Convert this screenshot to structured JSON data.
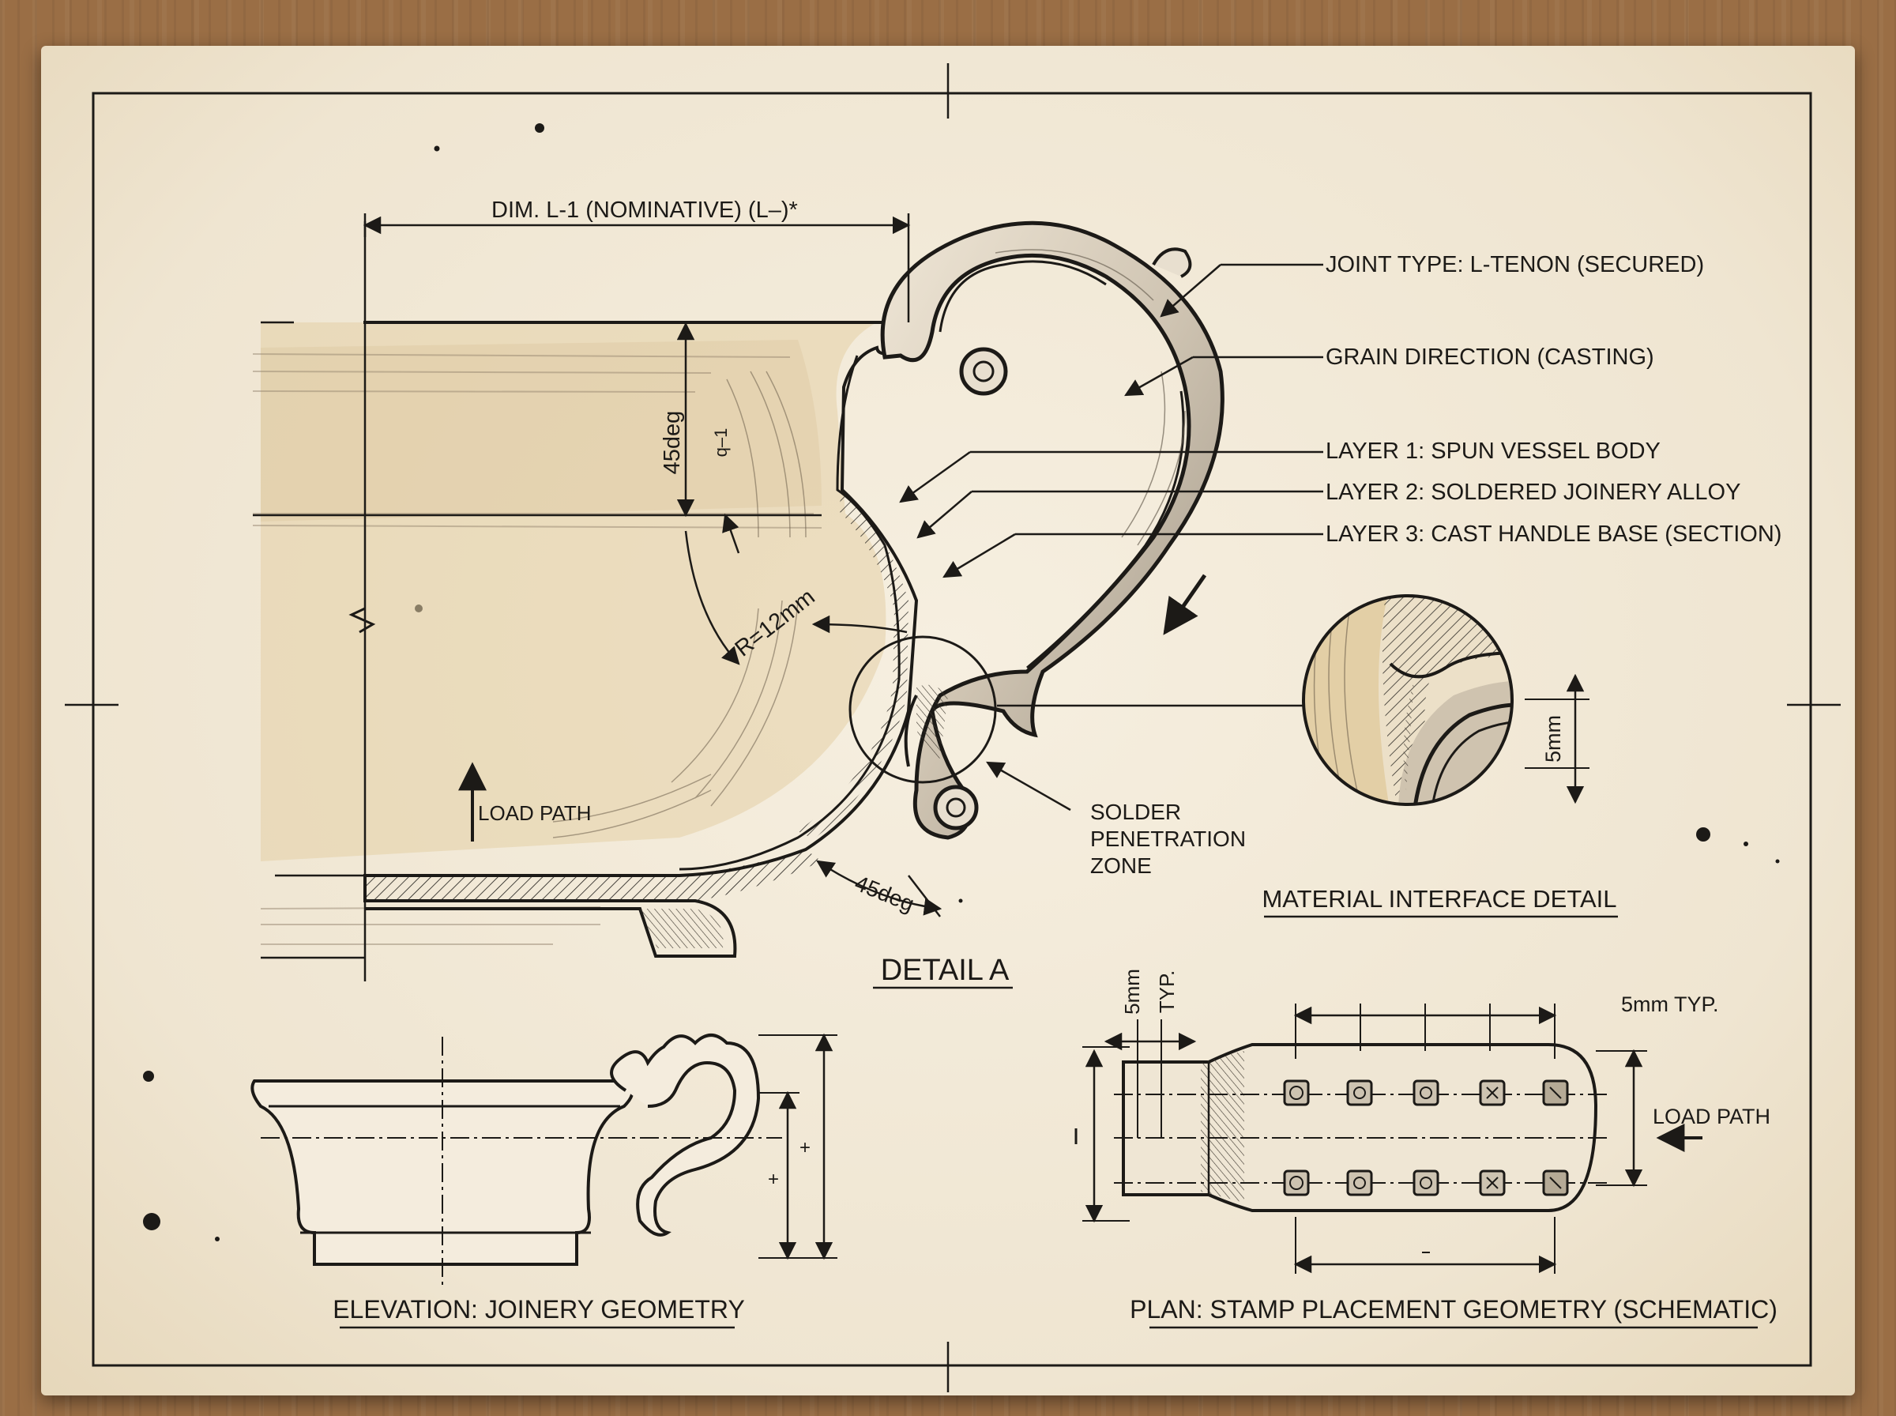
{
  "detail_a": {
    "dim_label": "DIM. L-1 (NOMINATIVE) (L–)*",
    "angle_vertical": "45deg",
    "small_mark": "q–1",
    "radius": "R=12mm",
    "angle_bottom": "45deg",
    "load_path": "LOAD PATH",
    "title": "DETAIL A"
  },
  "callouts": {
    "joint_type": "JOINT TYPE: L-TENON (SECURED)",
    "grain_direction": "GRAIN DIRECTION (CASTING)",
    "layer_1": "LAYER 1: SPUN VESSEL BODY",
    "layer_2": "LAYER 2: SOLDERED JOINERY ALLOY",
    "layer_3": "LAYER 3: CAST HANDLE BASE (SECTION)",
    "solder_line1": "SOLDER",
    "solder_line2": "PENETRATION",
    "solder_line3": "ZONE"
  },
  "material_detail": {
    "dimension": "5mm",
    "title": "MATERIAL INTERFACE DETAIL"
  },
  "elevation": {
    "title": "ELEVATION: JOINERY GEOMETRY",
    "mark_1": "+",
    "mark_2": "+"
  },
  "plan": {
    "dim_5mm": "5mm",
    "dim_typ": "TYP.",
    "dim_right": "5mm TYP.",
    "load_path": "LOAD PATH",
    "title": "PLAN: STAMP PLACEMENT GEOMETRY (SCHEMATIC)"
  },
  "colors": {
    "ink": "#1c1a17",
    "paper": "#f1e8d6",
    "wood": "#9a6e45",
    "wash": "#e3cfa6"
  }
}
